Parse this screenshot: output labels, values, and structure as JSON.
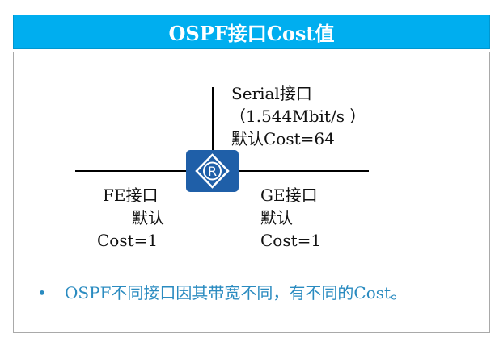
{
  "title": "OSPF接口Cost值",
  "router": {
    "icon": "router-icon",
    "letter": "R",
    "color": "#1f5fa8"
  },
  "serial": {
    "name": "Serial接口",
    "speed": "（1.544Mbit/s ）",
    "cost": "默认Cost=64"
  },
  "fe": {
    "name": "FE接口",
    "default": "默认",
    "cost": "Cost=1"
  },
  "ge": {
    "name": "GE接口",
    "default": "默认",
    "cost": "Cost=1"
  },
  "bullet": {
    "marker": "•",
    "text": "OSPF不同接口因其带宽不同，有不同的Cost。"
  },
  "colors": {
    "title_bg": "#00aeef",
    "title_text": "#ffffff",
    "bullet_text": "#2a8bc0"
  }
}
